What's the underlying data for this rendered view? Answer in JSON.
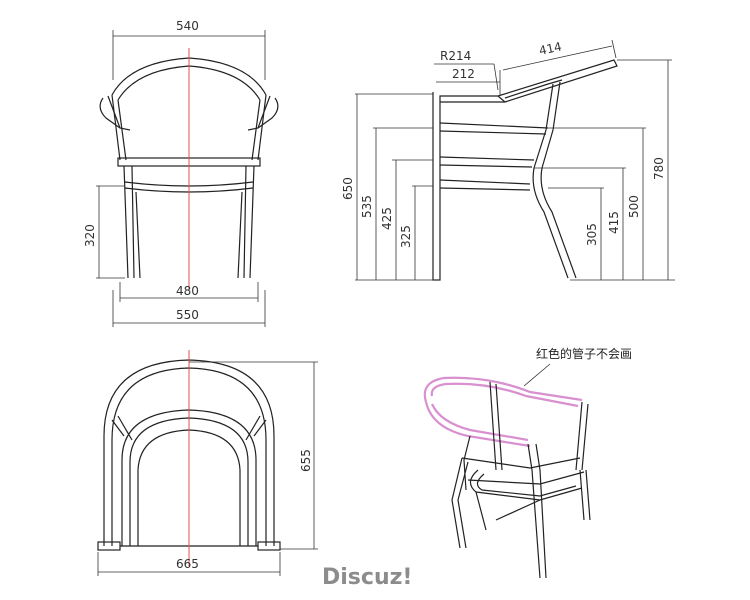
{
  "front_view": {
    "width_top": "540",
    "width_legs": "480",
    "width_bottom": "550",
    "seat_height": "320"
  },
  "side_view": {
    "radius": "R214",
    "arm_offset": "212",
    "arm_length": "414",
    "height_650": "650",
    "height_535": "535",
    "height_425": "425",
    "height_325": "325",
    "height_305": "305",
    "height_415": "415",
    "height_500": "500",
    "height_780": "780"
  },
  "top_view": {
    "depth": "655",
    "width": "665"
  },
  "iso_view": {
    "note": "红色的管子不会画"
  },
  "watermark": "Discuz!"
}
